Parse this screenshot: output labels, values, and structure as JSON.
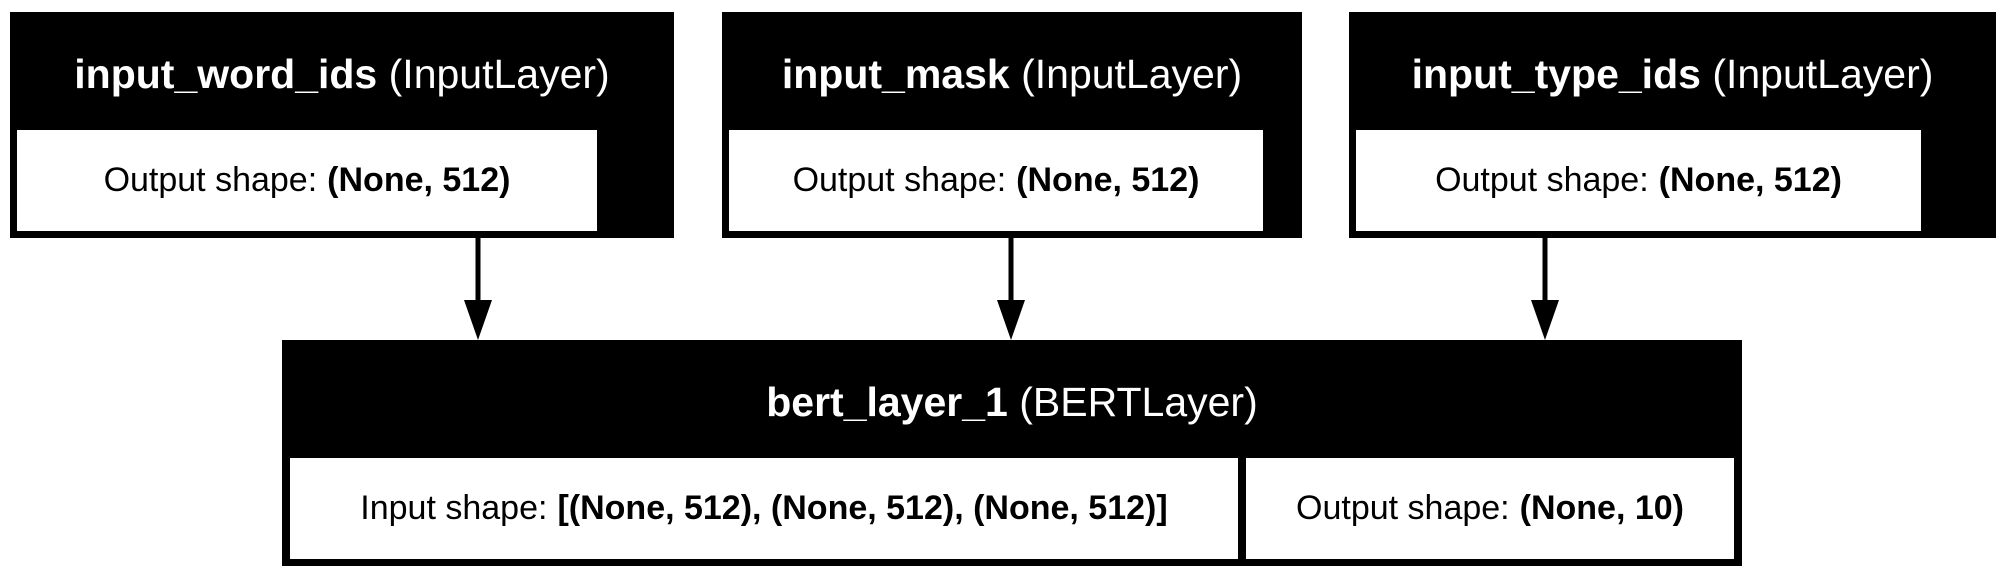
{
  "nodes": {
    "input_word_ids": {
      "name": "input_word_ids",
      "type": "(InputLayer)",
      "output_label": "Output shape:",
      "output_value": "(None, 512)"
    },
    "input_mask": {
      "name": "input_mask",
      "type": "(InputLayer)",
      "output_label": "Output shape:",
      "output_value": "(None, 512)"
    },
    "input_type_ids": {
      "name": "input_type_ids",
      "type": "(InputLayer)",
      "output_label": "Output shape:",
      "output_value": "(None, 512)"
    },
    "bert_layer_1": {
      "name": "bert_layer_1",
      "type": "(BERTLayer)",
      "input_label": "Input shape:",
      "input_value": "[(None, 512), (None, 512), (None, 512)]",
      "output_label": "Output shape:",
      "output_value": "(None, 10)"
    }
  },
  "edges": [
    {
      "from": "input_word_ids",
      "to": "bert_layer_1"
    },
    {
      "from": "input_mask",
      "to": "bert_layer_1"
    },
    {
      "from": "input_type_ids",
      "to": "bert_layer_1"
    }
  ]
}
